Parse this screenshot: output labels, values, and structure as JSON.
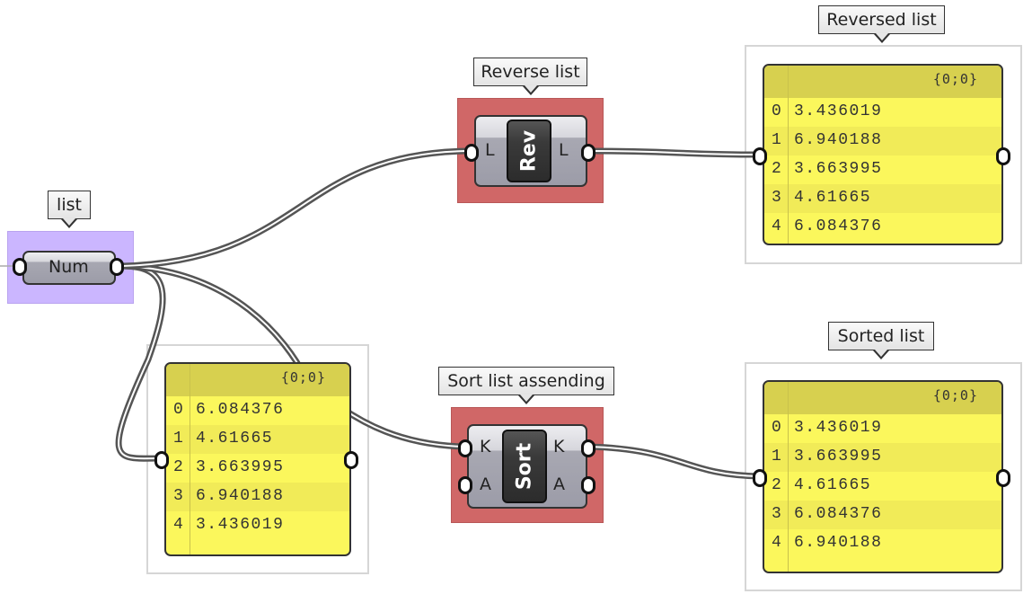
{
  "canvas": {
    "groups": {
      "list_group": {
        "color": "#cbb6ff"
      },
      "reverse_group": {
        "color": "#d06767"
      },
      "sort_group": {
        "color": "#d06767"
      }
    },
    "bubbles": {
      "list": "list",
      "reverse": "Reverse list",
      "sort": "Sort list assending",
      "reversed": "Reversed list",
      "sorted": "Sorted list"
    },
    "num_component": {
      "label": "Num"
    },
    "reverse_component": {
      "label": "Rev",
      "input": "L",
      "output": "L"
    },
    "sort_component": {
      "label": "Sort",
      "inputs": [
        "K",
        "A"
      ],
      "outputs": [
        "K",
        "A"
      ]
    },
    "panels": {
      "input_panel": {
        "path": "{0;0}",
        "rows": [
          {
            "index": "0",
            "value": "6.084376"
          },
          {
            "index": "1",
            "value": "4.61665"
          },
          {
            "index": "2",
            "value": "3.663995"
          },
          {
            "index": "3",
            "value": "6.940188"
          },
          {
            "index": "4",
            "value": "3.436019"
          }
        ]
      },
      "reversed_panel": {
        "path": "{0;0}",
        "rows": [
          {
            "index": "0",
            "value": "3.436019"
          },
          {
            "index": "1",
            "value": "6.940188"
          },
          {
            "index": "2",
            "value": "3.663995"
          },
          {
            "index": "3",
            "value": "4.61665"
          },
          {
            "index": "4",
            "value": "6.084376"
          }
        ]
      },
      "sorted_panel": {
        "path": "{0;0}",
        "rows": [
          {
            "index": "0",
            "value": "3.436019"
          },
          {
            "index": "1",
            "value": "3.663995"
          },
          {
            "index": "2",
            "value": "4.61665"
          },
          {
            "index": "3",
            "value": "6.084376"
          },
          {
            "index": "4",
            "value": "6.940188"
          }
        ]
      }
    }
  }
}
